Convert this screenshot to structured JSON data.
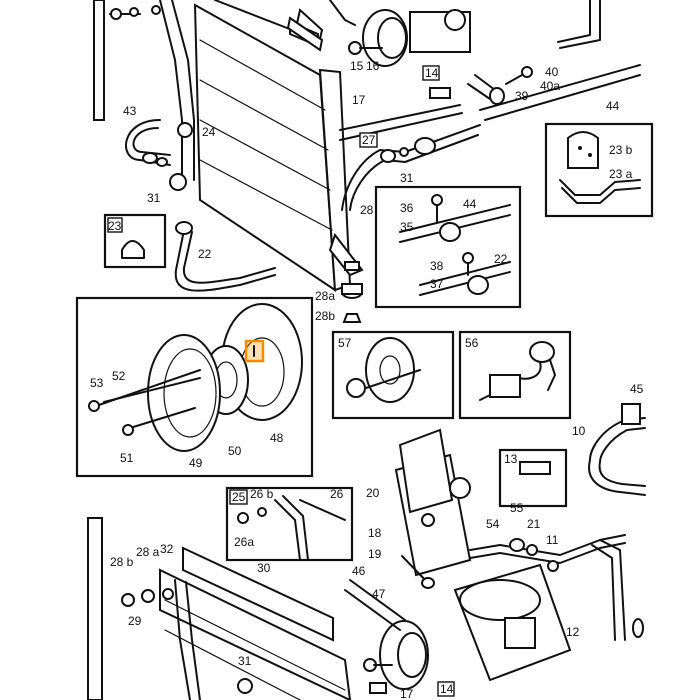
{
  "diagram": {
    "labels": {
      "l15": "15",
      "l16": "16",
      "l17": "17",
      "l14a": "14",
      "l40": "40",
      "l40a": "40a",
      "l39": "39",
      "l44a": "44",
      "l43": "43",
      "l24": "24",
      "l31a": "31",
      "l22a": "22",
      "l23": "23",
      "l27": "27",
      "l31b": "31",
      "l28": "28",
      "l28a_top": "28a",
      "l28b_top": "28b",
      "l23b": "23 b",
      "l23a": "23 a",
      "l36": "36",
      "l44b": "44",
      "l35": "35",
      "l38": "38",
      "l22b": "22",
      "l37": "37",
      "l53": "53",
      "l52": "52",
      "l51": "51",
      "l49": "49",
      "l50": "50",
      "l48": "48",
      "l57": "57",
      "l56": "56",
      "l45": "45",
      "l10": "10",
      "l13": "13",
      "l20": "20",
      "l18": "18",
      "l19": "19",
      "l25": "25",
      "l26b": "26 b",
      "l26": "26",
      "l26a": "26a",
      "l54": "54",
      "l55": "55",
      "l21": "21",
      "l11": "11",
      "l28b_bot": "28 b",
      "l28a_bot": "28 a",
      "l32": "32",
      "l29": "29",
      "l30": "30",
      "l46": "46",
      "l47": "47",
      "l12": "12",
      "l31c": "31",
      "l14b": "14",
      "l17b": "17"
    },
    "highlight_icon": "hub-bolt-icon"
  }
}
